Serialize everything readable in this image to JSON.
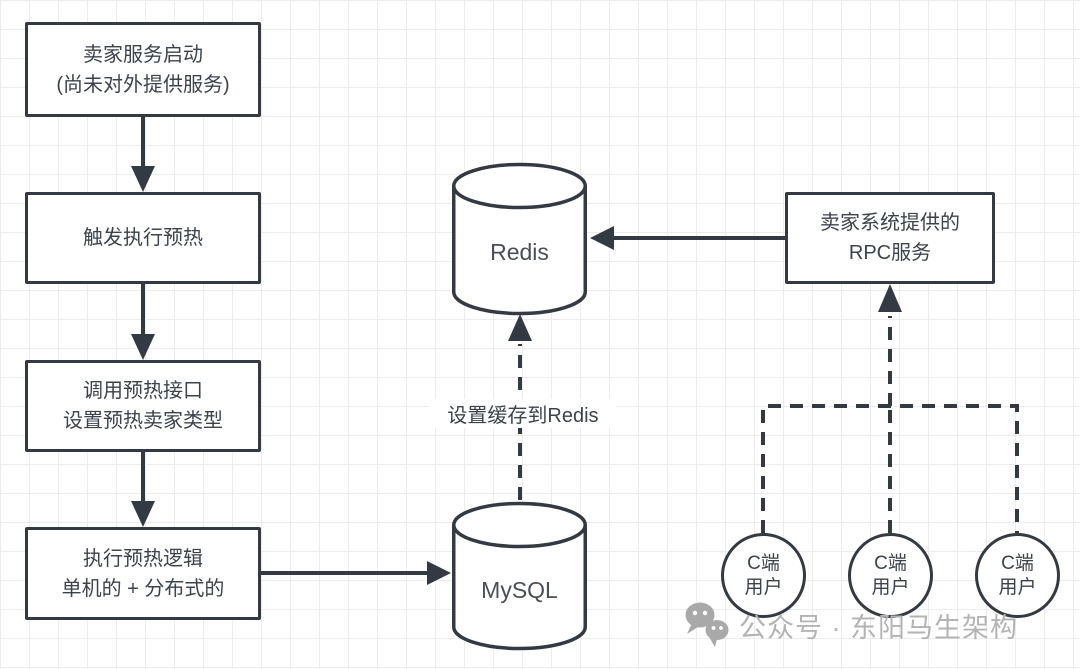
{
  "diagram": {
    "boxes": {
      "box1": {
        "line1": "卖家服务启动",
        "line2": "(尚未对外提供服务)"
      },
      "box2": {
        "line1": "触发执行预热"
      },
      "box3": {
        "line1": "调用预热接口",
        "line2": "设置预热卖家类型"
      },
      "box4": {
        "line1": "执行预热逻辑",
        "line2": "单机的 + 分布式的"
      },
      "rpc": {
        "line1": "卖家系统提供的",
        "line2": "RPC服务"
      }
    },
    "databases": {
      "redis": "Redis",
      "mysql": "MySQL"
    },
    "edge_labels": {
      "cache_to_redis": "设置缓存到Redis"
    },
    "users": {
      "line1": "C端",
      "line2": "用户"
    },
    "watermark": {
      "text": "公众号 · 东阳马生架构"
    },
    "colors": {
      "stroke": "#333a43",
      "text": "#3c434c",
      "watermark": "#b3b3b3",
      "grid": "#ececec"
    }
  }
}
